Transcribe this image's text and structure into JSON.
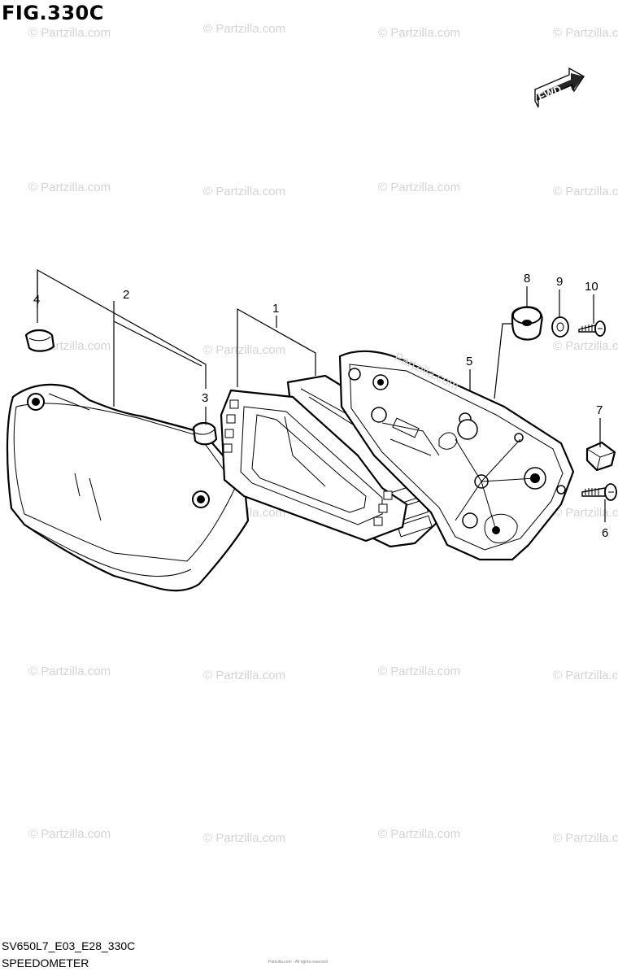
{
  "figure": {
    "title": "FIG.330C",
    "fwd_label": "FWD",
    "code": "SV650L7_E03_E28_330C",
    "name": "SPEEDOMETER",
    "small_print": "Partzilla.com - All rights reserved"
  },
  "callouts": [
    "1",
    "2",
    "3",
    "4",
    "5",
    "6",
    "7",
    "8",
    "9",
    "10"
  ],
  "watermark": {
    "text": "© Partzilla.com",
    "overlay_text": "Partzilla.com"
  }
}
